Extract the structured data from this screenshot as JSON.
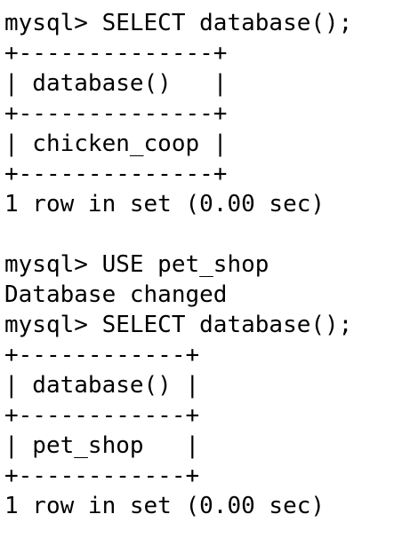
{
  "terminal": {
    "lines": [
      "mysql> SELECT database();",
      "+--------------+",
      "| database()   |",
      "+--------------+",
      "| chicken_coop |",
      "+--------------+",
      "1 row in set (0.00 sec)",
      "",
      "mysql> USE pet_shop",
      "Database changed",
      "mysql> SELECT database();",
      "+------------+",
      "| database() |",
      "+------------+",
      "| pet_shop   |",
      "+------------+",
      "1 row in set (0.00 sec)"
    ]
  }
}
